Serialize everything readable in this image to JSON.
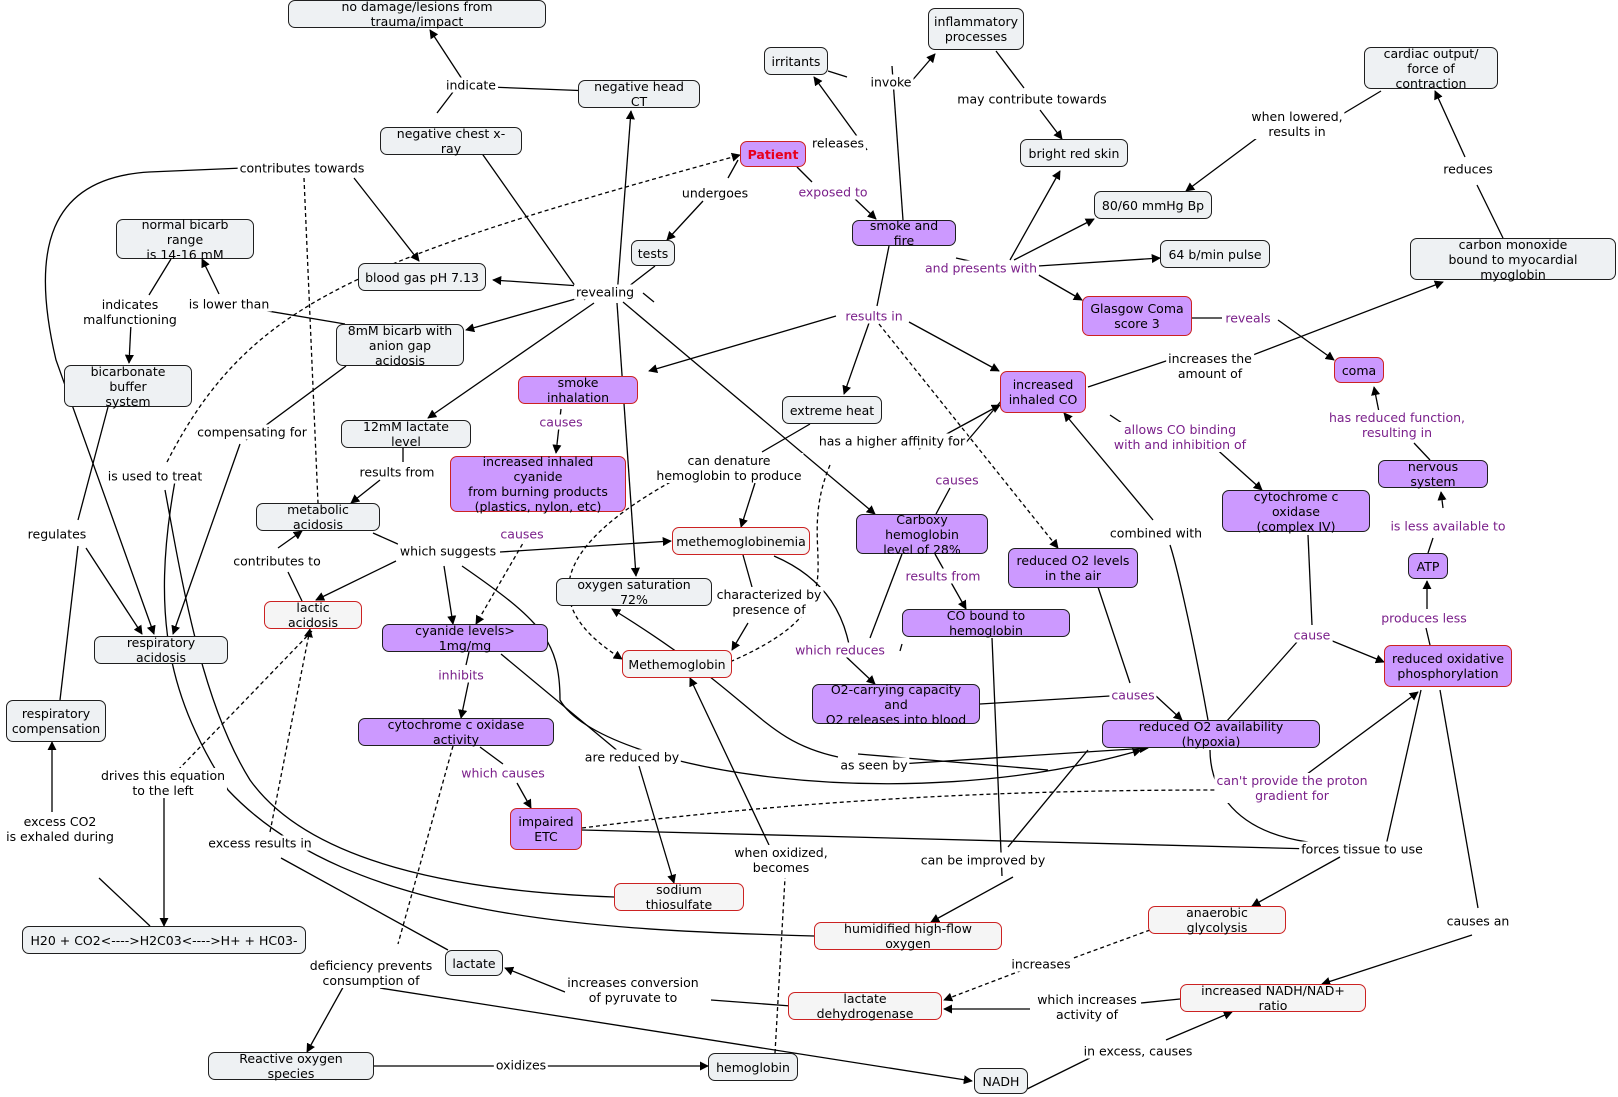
{
  "colors": {
    "grey_node": "#eef1f3",
    "purple_node": "#cc99ff",
    "red_border": "#cc2222",
    "patient_text": "#e8001c",
    "link_purple": "#7a1f8a",
    "line": "#000000"
  },
  "nodes": {
    "no_damage": "no damage/lesions from trauma/impact",
    "neg_head_ct": "negative head CT",
    "neg_chest_xray": "negative chest x-ray",
    "patient": "Patient",
    "tests": "tests",
    "irritants": "irritants",
    "inflammatory": "inflammatory\nprocesses",
    "bright_red_skin": "bright red skin",
    "cardiac_output": "cardiac output/\nforce of contraction",
    "smoke_fire": "smoke and fire",
    "bp": "80/60 mmHg Bp",
    "pulse": "64 b/min pulse",
    "co_myoglobin": "carbon monoxide\nbound to myocardial myoglobin",
    "gcs": "Glasgow Coma\nscore 3",
    "coma": "coma",
    "normal_bicarb": "normal bicarb range\nis 14-16 mM",
    "blood_gas": "blood gas pH 7.13",
    "bicarb_8mm": "8mM bicarb with\nanion gap acidosis",
    "bicarb_buffer": "bicarbonate buffer\nsystem",
    "smoke_inhalation": "smoke inhalation",
    "extreme_heat": "extreme heat",
    "increased_inhaled_co": "increased\ninhaled CO",
    "lactate_12mm": "12mM lactate level",
    "inc_cyanide": "increased inhaled cyanide\nfrom burning products\n(plastics, nylon, etc)",
    "nervous_system": "nervous system",
    "metabolic_acidosis": "metabolic acidosis",
    "methemoglobinemia": "methemoglobinemia",
    "carboxy_hb": "Carboxy hemoglobin\nlevel of 28%",
    "reduced_o2_air": "reduced O2 levels\nin the air",
    "cyt_c_oxidase_complex": "cytochrome c oxidase\n(complex IV)",
    "atp": "ATP",
    "o2_sat": "oxygen saturation 72%",
    "co_bound_hb": "CO bound to hemoglobin",
    "lactic_acidosis": "lactic acidosis",
    "cyanide_levels": "cyanide levels> 1mg/mg",
    "resp_acidosis": "respiratory acidosis",
    "methemoglobin": "Methemoglobin",
    "reduced_ox_phos": "reduced oxidative\nphosphorylation",
    "o2_capacity": "O2-carrying capacity and\nO2 releases into blood",
    "resp_comp": "respiratory\ncompensation",
    "cyt_c_activity": "cytochrome c oxidase activity",
    "hypoxia": "reduced O2 availability (hypoxia)",
    "impaired_etc": "impaired\nETC",
    "sodium_thio": "sodium thiosulfate",
    "equation": "H20 + CO2<---->H2C03<---->H+ + HC03-",
    "anaerobic": "anaerobic glycolysis",
    "humidified_o2": "humidified high-flow oxygen",
    "lactate": "lactate",
    "ldh": "lactate dehydrogenase",
    "nadh_ratio": "increased NADH/NAD+ ratio",
    "ros": "Reactive oxygen species",
    "hemoglobin": "hemoglobin",
    "nadh": "NADH"
  },
  "links": {
    "indicate": "indicate",
    "contributes_towards": "contributes towards",
    "undergoes": "undergoes",
    "exposed_to": "exposed to",
    "releases": "releases",
    "invoke": "invoke",
    "may_contribute": "may contribute towards",
    "when_lowered": "when lowered,\nresults in",
    "reduces": "reduces",
    "and_presents": "and presents with",
    "revealing": "revealing",
    "indicates_malf": "indicates\nmalfunctioning",
    "is_lower_than": "is lower than",
    "results_in": "results in",
    "reveals": "reveals",
    "increases_amount": "increases the\namount of",
    "causes_smoke": "causes",
    "compensating_for": "compensating for",
    "is_used_to_treat": "is used to treat",
    "results_from": "results from",
    "has_higher_affinity": "has a higher affinity for",
    "allows_co_binding": "allows CO binding\nwith and inhibition of",
    "has_reduced_function": "has reduced function,\nresulting in",
    "can_denature": "can denature\nhemoglobin to produce",
    "causes_co": "causes",
    "causes_cyanide": "causes",
    "regulates": "regulates",
    "combined_with": "combined with",
    "is_less_available": "is less available to",
    "which_suggests": "which suggests",
    "contributes_to": "contributes to",
    "results_from_co": "results from",
    "characterized_by": "characterized by\npresence of",
    "produces_less": "produces less",
    "cause": "cause",
    "which_reduces": "which reduces",
    "inhibits": "inhibits",
    "causes_o2": "causes",
    "are_reduced_by": "are reduced by",
    "which_causes": "which causes",
    "as_seen_by": "as seen by",
    "drives_left": "drives this equation\nto the left",
    "cant_provide": "can't provide the proton\ngradient for",
    "excess_co2": "excess CO2\nis exhaled during",
    "excess_results": "excess results in",
    "when_oxidized": "when oxidized,\nbecomes",
    "forces_tissue": "forces tissue to use",
    "can_be_improved": "can be improved by",
    "causes_an": "causes an",
    "increases": "increases",
    "deficiency_prevents": "deficiency prevents\nconsumption of",
    "increases_conversion": "increases conversion\nof pyruvate to",
    "which_increases": "which increases\nactivity of",
    "oxidizes": "oxidizes",
    "in_excess": "in excess, causes"
  }
}
